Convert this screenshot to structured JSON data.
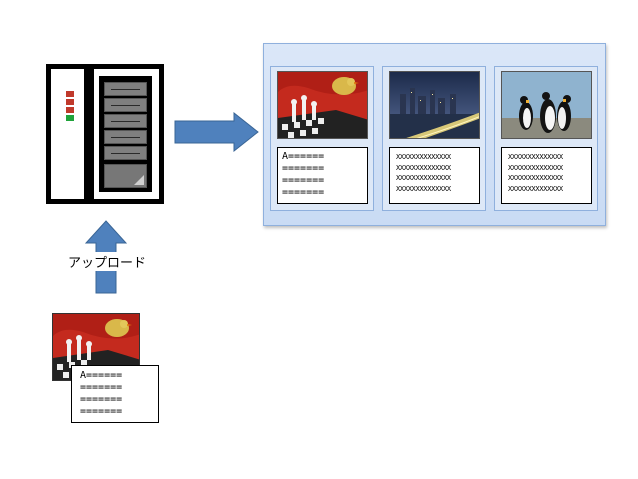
{
  "labels": {
    "upload": "アップロード"
  },
  "source_document": {
    "lines": [
      "A======",
      "=======",
      "=======",
      "======="
    ]
  },
  "gallery": {
    "cards": [
      {
        "image": "chess-chick-photo",
        "lines": [
          "A======",
          "=======",
          "=======",
          "======="
        ]
      },
      {
        "image": "city-night-photo",
        "lines": [
          "XXXXXXXXXXXXXX",
          "XXXXXXXXXXXXXX",
          "XXXXXXXXXXXXXX",
          "XXXXXXXXXXXXXX"
        ]
      },
      {
        "image": "penguins-photo",
        "lines": [
          "XXXXXXXXXXXXXX",
          "XXXXXXXXXXXXXX",
          "XXXXXXXXXXXXXX",
          "XXXXXXXXXXXXXX"
        ]
      }
    ]
  },
  "colors": {
    "arrow": "#4f81bd",
    "led": [
      "#c0392b",
      "#c0392b",
      "#c0392b",
      "#1fa33a"
    ]
  }
}
